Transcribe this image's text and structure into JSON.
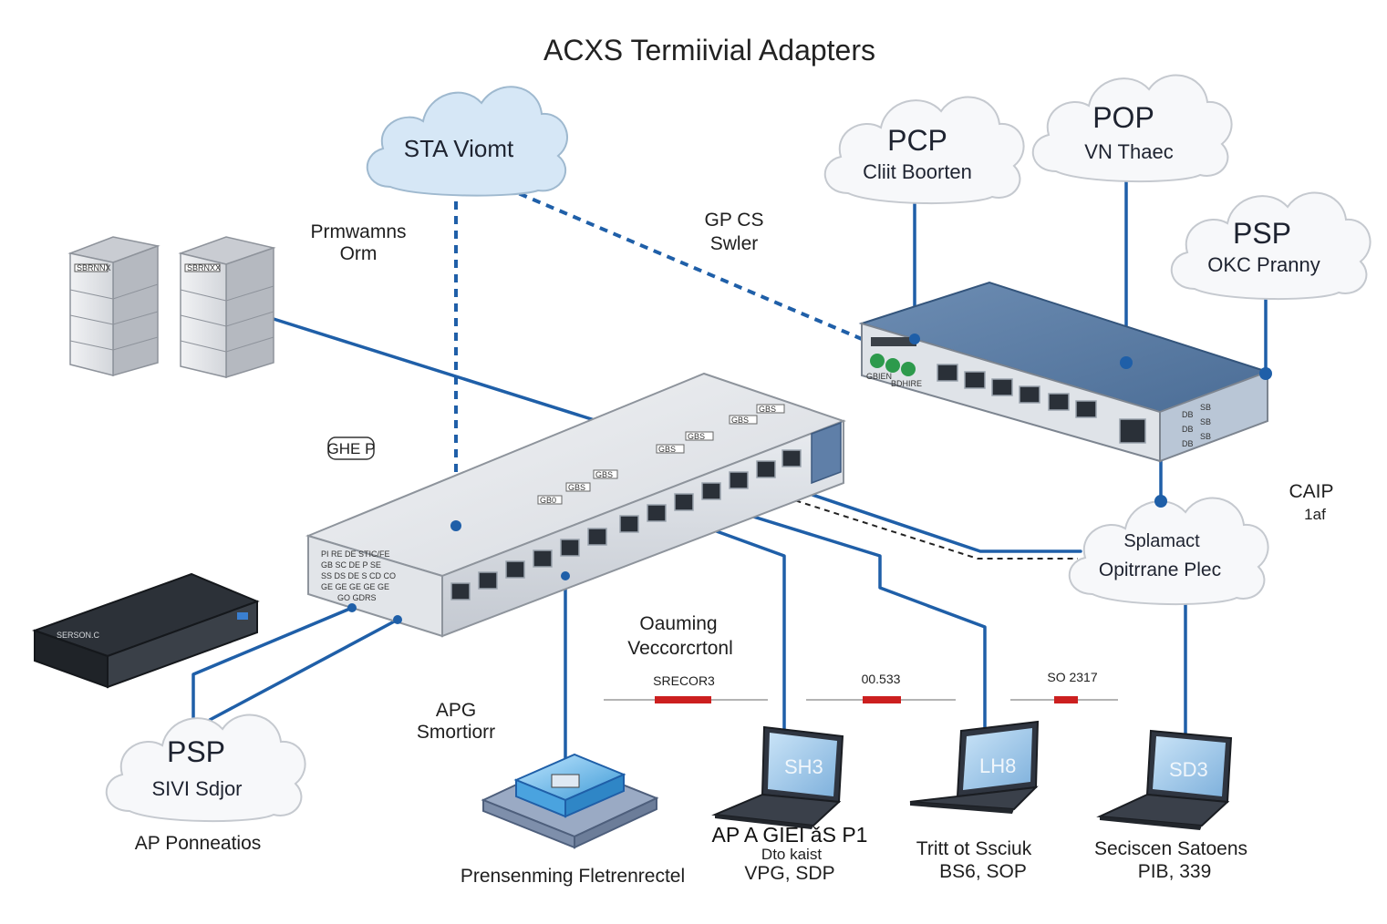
{
  "title": "ACXS Termiivial Adapters",
  "clouds": {
    "sta": {
      "title": "STA Viomt"
    },
    "pcp": {
      "title": "PCP",
      "subtitle": "Cliit Boorten"
    },
    "pop": {
      "title": "POP",
      "subtitle": "VN Thaec"
    },
    "psp_right": {
      "title": "PSP",
      "subtitle": "OKC Pranny"
    },
    "splamact": {
      "title": "Splamact",
      "subtitle": "Opitrrane Plec"
    },
    "psp_left": {
      "title": "PSP",
      "subtitle": "SIVI Sdjor"
    }
  },
  "labels": {
    "primwarns": [
      "Prmwamns",
      "Orm"
    ],
    "gpcs": [
      "GP  CS",
      "Swler"
    ],
    "ghep": "GHE P",
    "caip": [
      "CAIP",
      "1af"
    ],
    "oauming": [
      "Oauming",
      "Veccorcrtonl"
    ],
    "apg": [
      "APG",
      "Smortiorr"
    ],
    "ap_ponneatios": "AP  Ponneatios",
    "prensenming": "Prensenming Fletrenrectel"
  },
  "segments": [
    {
      "label": "SRECOR3",
      "color": "#cc1f1f"
    },
    {
      "label": "00.533",
      "color": "#cc1f1f"
    },
    {
      "label": "SO 2317",
      "color": "#cc1f1f"
    }
  ],
  "laptops": [
    {
      "screen": "SH3",
      "lines": [
        "AP  A GIEI  ǎS P1",
        "Dto kaist",
        "VPG, SDP"
      ]
    },
    {
      "screen": "LH8",
      "lines": [
        "Tritt ot Ssciuk",
        "BS6, SOP"
      ]
    },
    {
      "screen": "SD3",
      "lines": [
        "Seciscen Satoens",
        "PIB, 339"
      ]
    }
  ],
  "devices": {
    "server_left_tag": "SBRNNX",
    "server_right_tag": "SBRNXX",
    "main_switch_label": [
      "PI RE DE STIC/FE",
      "GB SC DE P SE",
      "SS DS DE S CD CO",
      "GE GE GE GE GE",
      "GO GDRS"
    ],
    "small_switch_label": "SERSON.C",
    "right_switch_labels": [
      "GBIEN",
      "BDHIRE"
    ],
    "panel_tags": [
      "GB0",
      "GBS",
      "GBS",
      "GBS",
      "GBS",
      "GBS",
      "GBS"
    ],
    "grid_tags": [
      "DB",
      "SB",
      "DB",
      "SB",
      "DB",
      "SB"
    ]
  },
  "colors": {
    "link": "#1f5fa8",
    "segment": "#cc1f1f",
    "cloud_blue": "#d6e7f6",
    "cloud_white": "#f7f8fa"
  }
}
